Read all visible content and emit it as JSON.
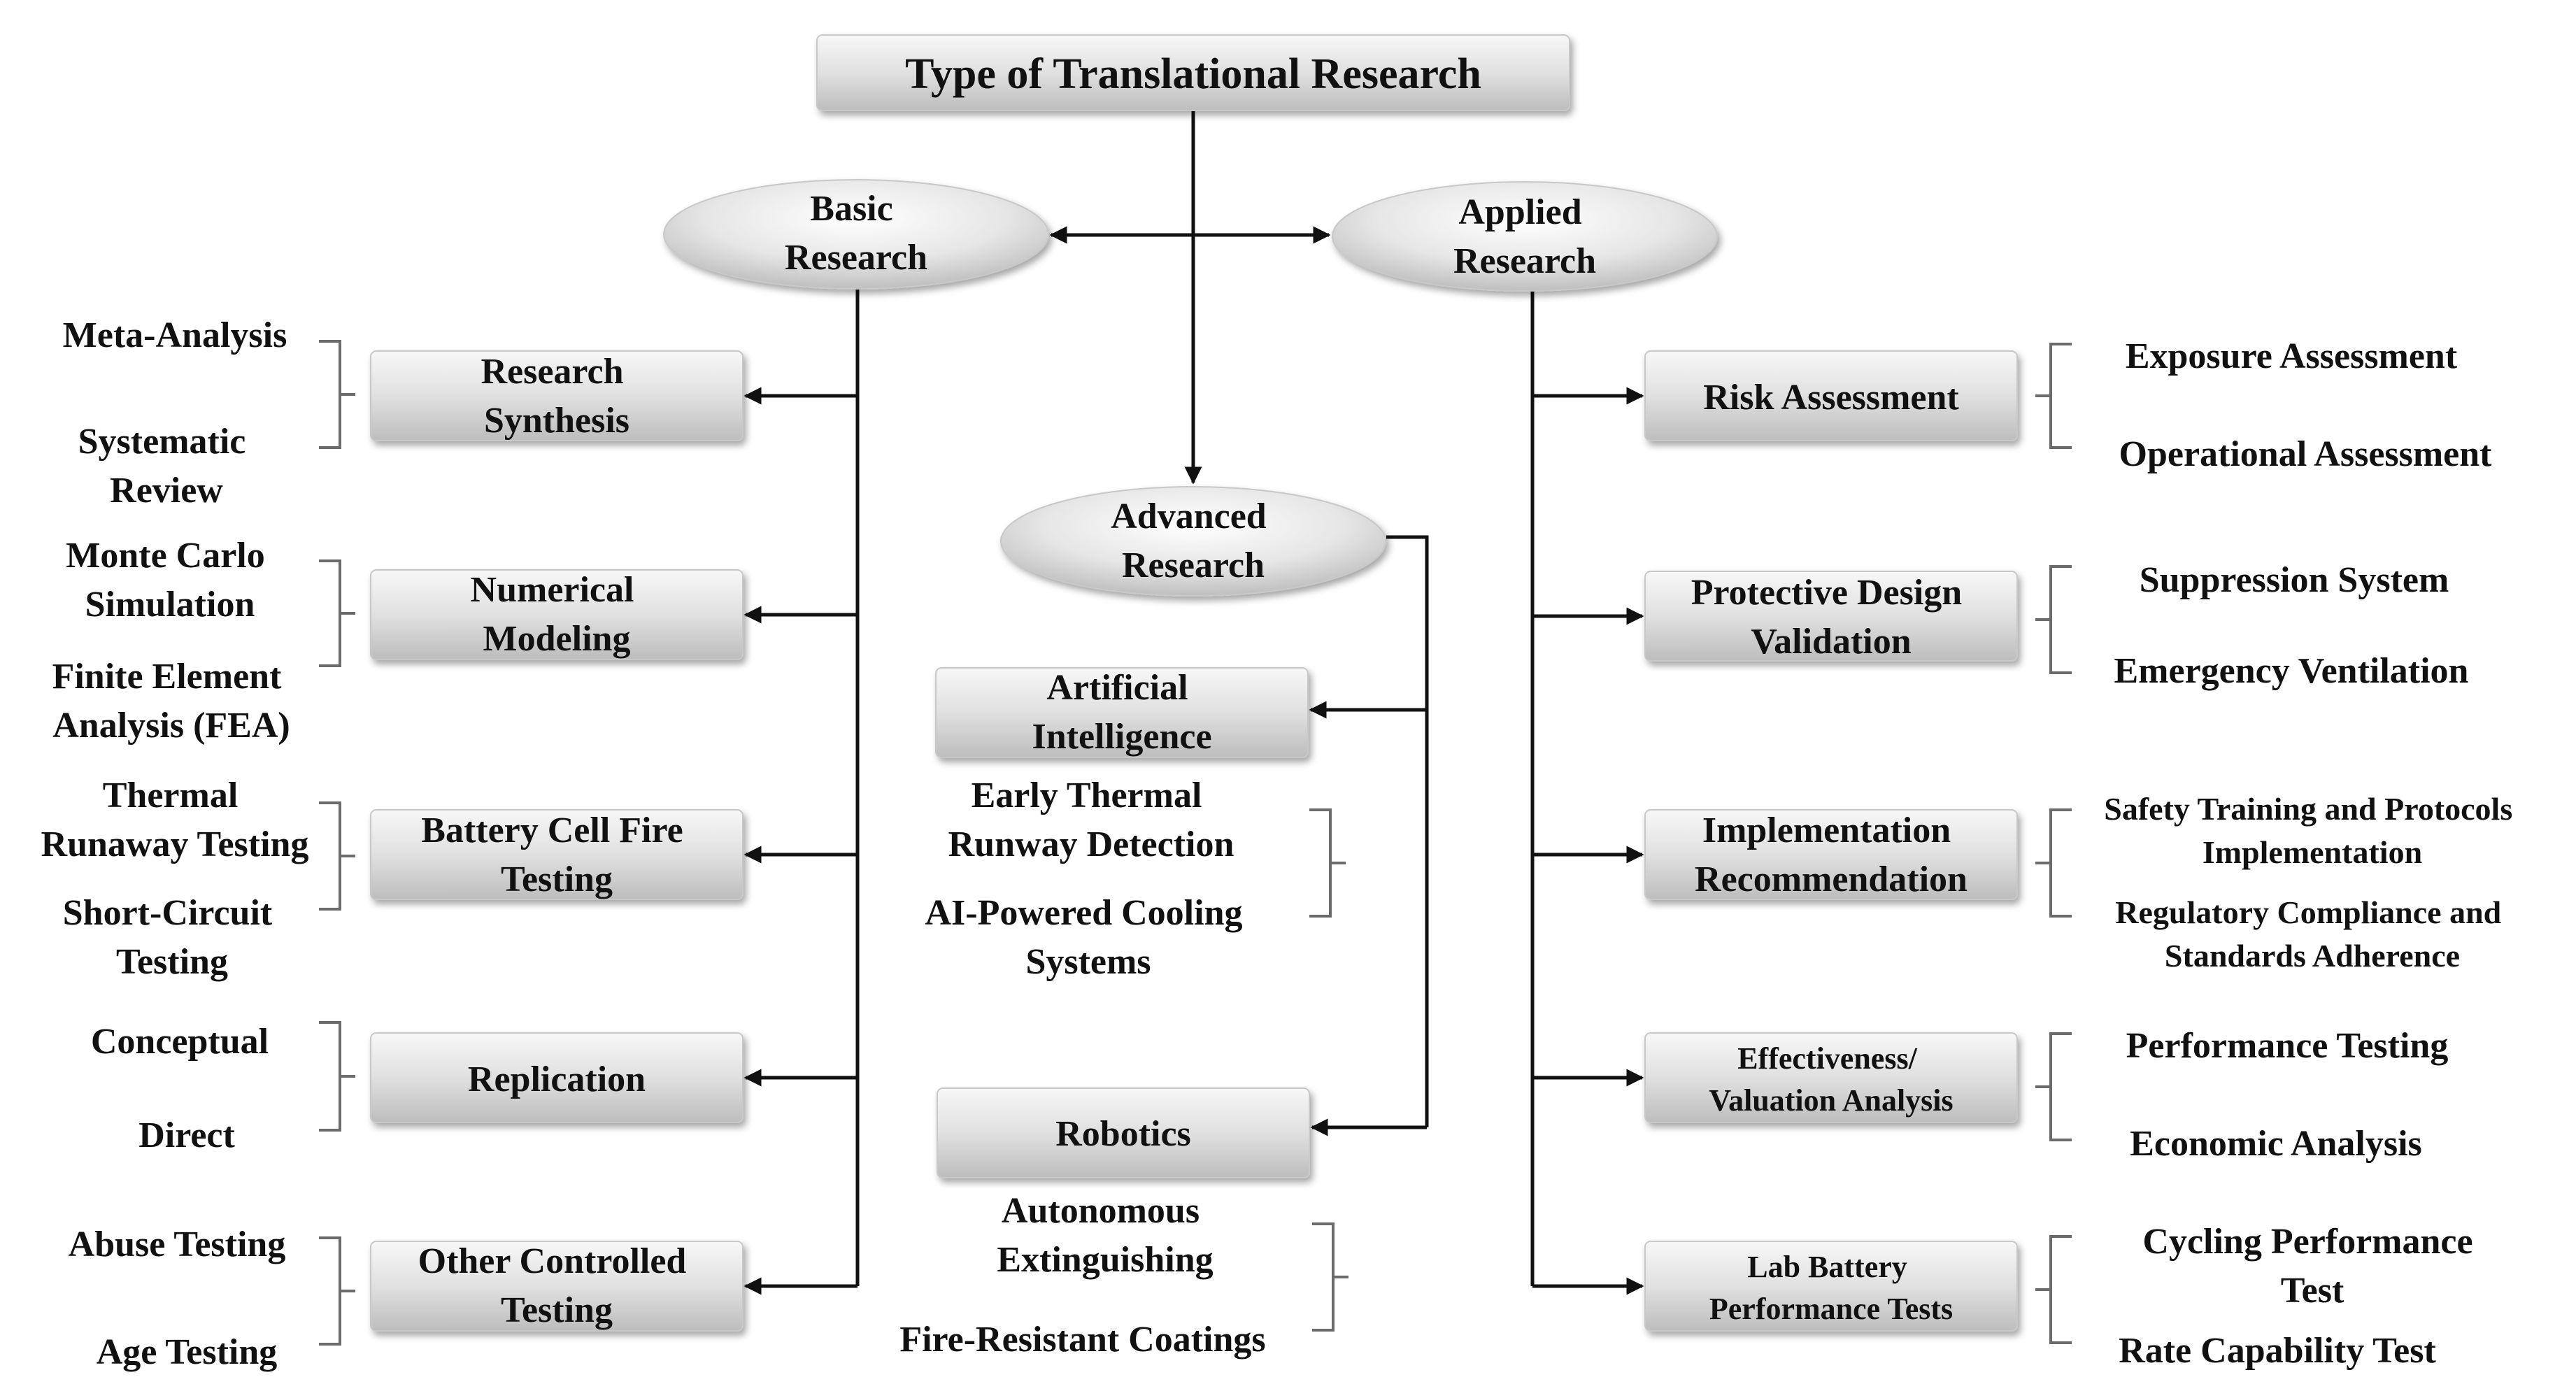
{
  "title": "Type of Translational Research",
  "basic": {
    "label": [
      "Basic",
      "Research"
    ],
    "boxes": [
      {
        "label": [
          "Research",
          "Synthesis"
        ],
        "items": [
          [
            "Meta-Analysis"
          ],
          [
            "Systematic",
            "Review"
          ]
        ]
      },
      {
        "label": [
          "Numerical",
          "Modeling"
        ],
        "items": [
          [
            "Monte Carlo",
            "Simulation"
          ],
          [
            "Finite Element",
            "Analysis (FEA)"
          ]
        ]
      },
      {
        "label": [
          "Battery Cell Fire",
          "Testing"
        ],
        "items": [
          [
            "Thermal",
            "Runaway Testing"
          ],
          [
            "Short-Circuit",
            "Testing"
          ]
        ]
      },
      {
        "label": [
          "Replication"
        ],
        "items": [
          [
            "Conceptual"
          ],
          [
            "Direct"
          ]
        ]
      },
      {
        "label": [
          "Other Controlled",
          "Testing"
        ],
        "items": [
          [
            "Abuse Testing"
          ],
          [
            "Age Testing"
          ]
        ]
      }
    ]
  },
  "applied": {
    "label": [
      "Applied",
      "Research"
    ],
    "boxes": [
      {
        "label": [
          "Risk Assessment"
        ],
        "items": [
          [
            "Exposure Assessment"
          ],
          [
            "Operational Assessment"
          ]
        ]
      },
      {
        "label": [
          "Protective Design",
          "Validation"
        ],
        "items": [
          [
            "Suppression System"
          ],
          [
            "Emergency Ventilation"
          ]
        ]
      },
      {
        "label": [
          "Implementation",
          "Recommendation"
        ],
        "items": [
          [
            "Safety Training and Protocols",
            "Implementation"
          ],
          [
            "Regulatory Compliance and",
            "Standards Adherence"
          ]
        ]
      },
      {
        "label": [
          "Effectiveness/",
          "Valuation Analysis"
        ],
        "items": [
          [
            "Performance Testing"
          ],
          [
            "Economic Analysis"
          ]
        ]
      },
      {
        "label": [
          "Lab Battery",
          "Performance Tests"
        ],
        "items": [
          [
            "Cycling Performance",
            "Test"
          ],
          [
            "Rate Capability Test"
          ]
        ]
      }
    ]
  },
  "advanced": {
    "label": [
      "Advanced",
      "Research"
    ],
    "boxes": [
      {
        "label": [
          "Artificial",
          "Intelligence"
        ],
        "items": [
          [
            "Early Thermal",
            "Runway Detection"
          ],
          [
            "AI-Powered Cooling",
            "Systems"
          ]
        ]
      },
      {
        "label": [
          "Robotics"
        ],
        "items": [
          [
            "Autonomous",
            "Extinguishing"
          ],
          [
            "Fire-Resistant Coatings"
          ]
        ]
      }
    ]
  }
}
